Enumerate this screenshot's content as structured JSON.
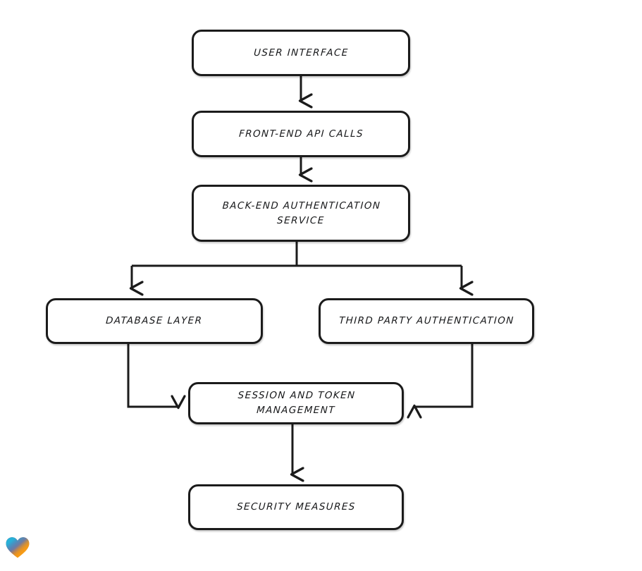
{
  "diagram": {
    "type": "flowchart",
    "style": "hand-drawn-sketch",
    "background_color": "#ffffff",
    "stroke_color": "#1b1b1b",
    "text_color": "#17181a",
    "nodes": [
      {
        "id": "user-interface",
        "label": "User Interface",
        "shape": "rounded-rectangle"
      },
      {
        "id": "frontend-api-calls",
        "label": "Front-End API Calls",
        "shape": "rounded-rectangle"
      },
      {
        "id": "backend-auth",
        "label": "Back-End Authentication\nService",
        "shape": "rounded-rectangle"
      },
      {
        "id": "database-layer",
        "label": "Database Layer",
        "shape": "rounded-rectangle"
      },
      {
        "id": "third-party-auth",
        "label": "Third Party Authentication",
        "shape": "rounded-rectangle"
      },
      {
        "id": "session-token",
        "label": "Session and Token\nManagement",
        "shape": "rounded-rectangle"
      },
      {
        "id": "security-measures",
        "label": "Security Measures",
        "shape": "rounded-rectangle"
      }
    ],
    "edges": [
      {
        "from": "user-interface",
        "to": "frontend-api-calls",
        "direction": "down",
        "arrowhead": true
      },
      {
        "from": "frontend-api-calls",
        "to": "backend-auth",
        "direction": "down",
        "arrowhead": true
      },
      {
        "from": "backend-auth",
        "to": "database-layer",
        "direction": "split-left-down",
        "arrowhead": true
      },
      {
        "from": "backend-auth",
        "to": "third-party-auth",
        "direction": "split-right-down",
        "arrowhead": true
      },
      {
        "from": "database-layer",
        "to": "session-token",
        "direction": "down-then-right",
        "arrowhead": true
      },
      {
        "from": "third-party-auth",
        "to": "session-token",
        "direction": "down-then-left",
        "arrowhead": true
      },
      {
        "from": "session-token",
        "to": "security-measures",
        "direction": "down",
        "arrowhead": true
      }
    ]
  },
  "logo": {
    "name": "gradient-heart",
    "colors": {
      "top_left": "#e8282a",
      "top_right": "#2aa8d8",
      "bottom": "#f59414",
      "mid": "#f0562a"
    }
  }
}
